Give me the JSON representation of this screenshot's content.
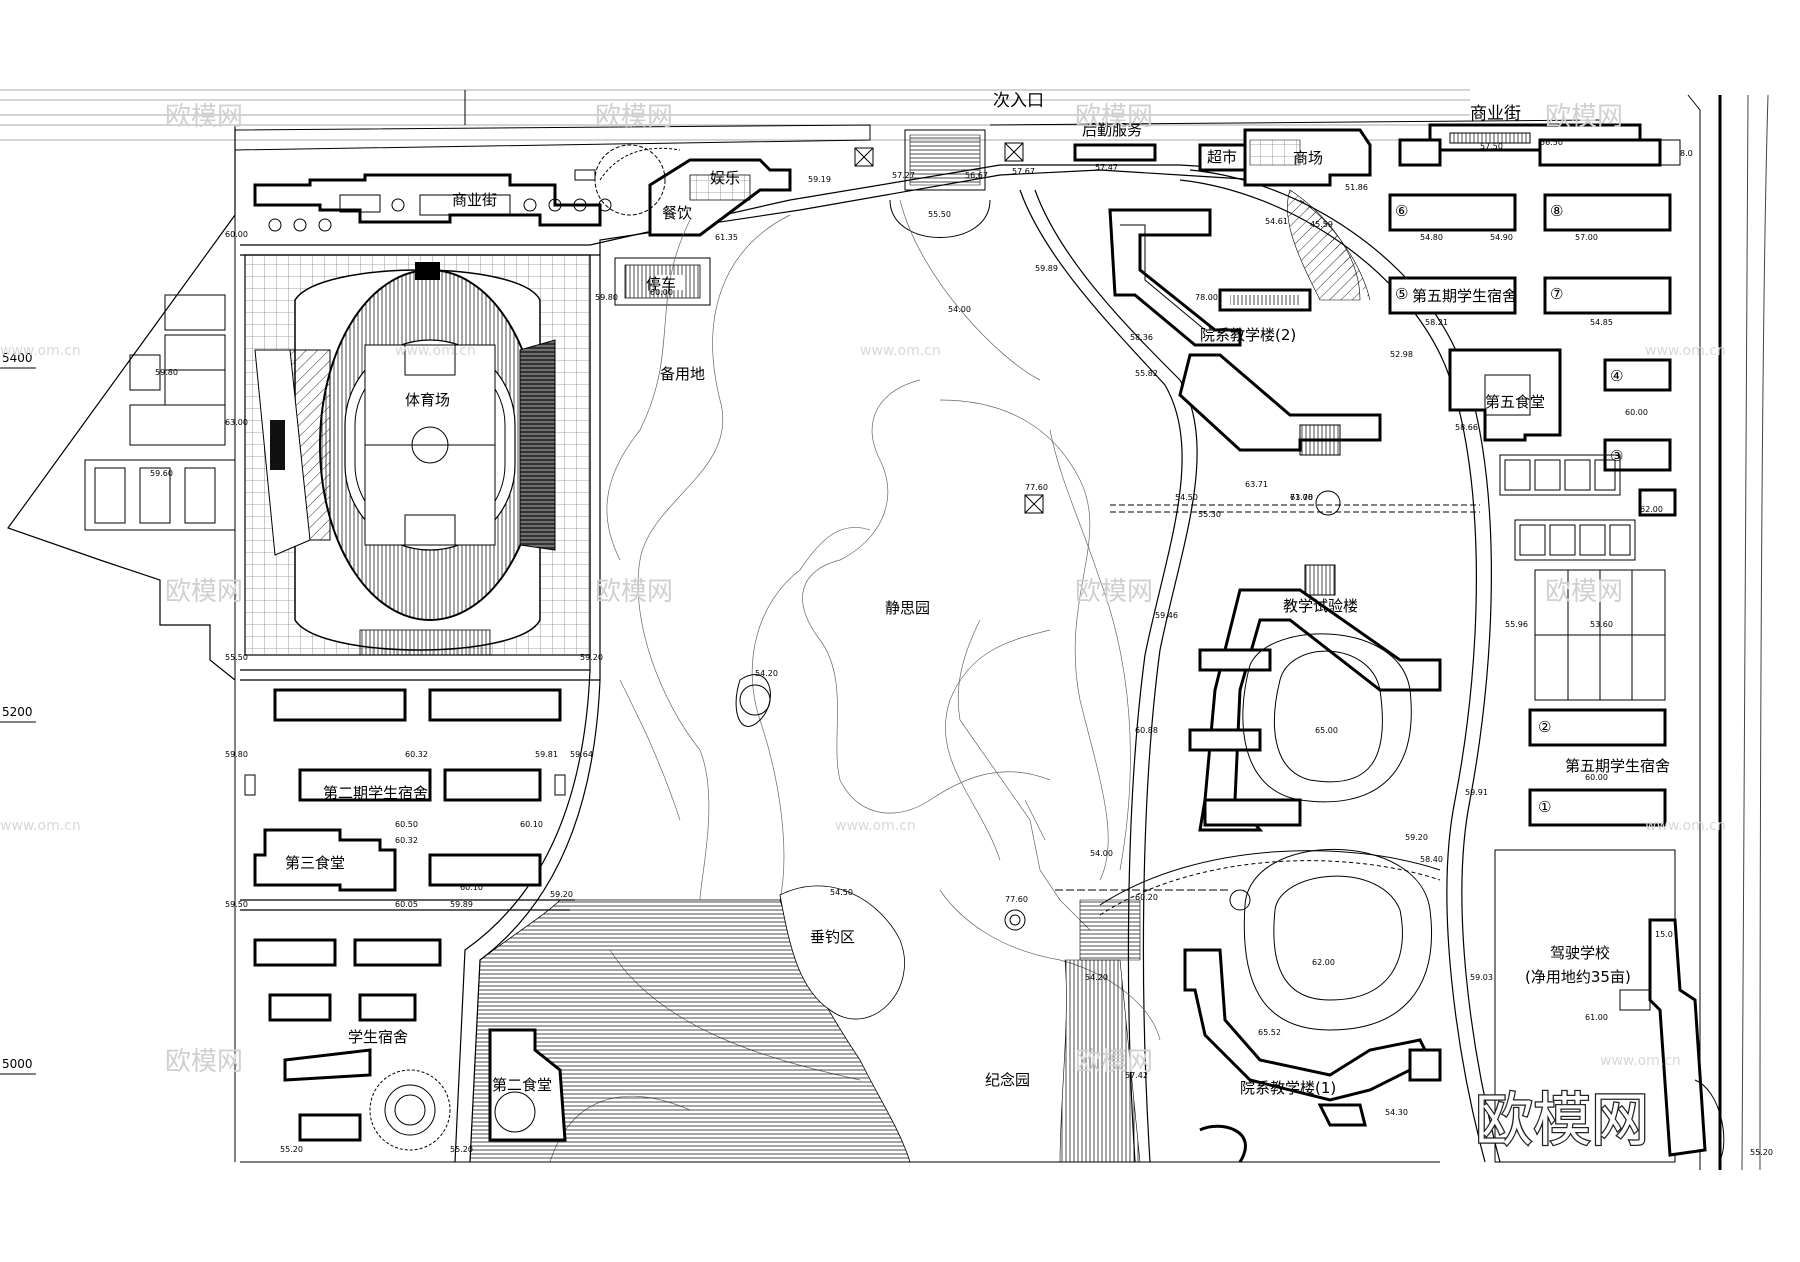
{
  "labels": {
    "secondary_entrance": "次入口",
    "logistics": "后勤服务",
    "commercial_street_top": "商业街",
    "entertainment": "娱乐",
    "dining": "餐饮",
    "commercial_street_left": "商业街",
    "supermarket": "超市",
    "mall": "商场",
    "parking": "停车",
    "stadium": "体育场",
    "reserve_land": "备用地",
    "dept_building_2": "院系教学楼(2)",
    "dorm_phase5_a": "第五期学生宿舍",
    "canteen_5": "第五食堂",
    "jingsi_garden": "静思园",
    "teaching_lab": "教学试验楼",
    "dorm_phase2": "第二期学生宿舍",
    "canteen_3": "第三食堂",
    "dorm_phase5_b": "第五期学生宿舍",
    "fishing_area": "垂钓区",
    "driving_school": "驾驶学校",
    "driving_school_area": "(净用地约35亩)",
    "student_dorm": "学生宿舍",
    "canteen_2": "第二食堂",
    "memorial_garden": "纪念园",
    "dept_building_1": "院系教学楼(1)"
  },
  "coords": [
    "5400",
    "5200",
    "5000"
  ],
  "watermark": {
    "text": "欧模网",
    "url": "www.om.cn",
    "logo": "欧模网"
  },
  "elevations": {
    "e1": "60.00",
    "e2": "59.80",
    "e3": "63.00",
    "e4": "59.60",
    "e5": "59.80",
    "e6": "55.50",
    "e7": "59.20",
    "e8": "59.80",
    "e9": "60.32",
    "e10": "59.81",
    "e11": "59.64",
    "e12": "60.50",
    "e13": "60.10",
    "e14": "60.32",
    "e15": "60.10",
    "e16": "59.50",
    "e17": "60.05",
    "e18": "59.89",
    "e19": "59.20",
    "e20": "55.20",
    "e21": "55.20",
    "e22": "59.19",
    "e23": "57.27",
    "e24": "56.67",
    "e25": "57.67",
    "e26": "57.47",
    "e27": "61.35",
    "e28": "55.50",
    "e29": "60.00",
    "e30": "54.00",
    "e31": "77.60",
    "e32": "54.20",
    "e33": "54.50",
    "e34": "77.60",
    "e35": "54.00",
    "e36": "54.20",
    "e37": "59.89",
    "e38": "58.36",
    "e39": "55.82",
    "e40": "54.50",
    "e41": "55.30",
    "e42": "59.46",
    "e43": "60.88",
    "e44": "60.20",
    "e45": "57.42",
    "e46": "61.78",
    "e47": "63.71",
    "e48": "65.00",
    "e49": "62.00",
    "e50": "65.52",
    "e51": "59.20",
    "e52": "58.40",
    "e53": "54.30",
    "e54": "54.61",
    "e55": "45.59",
    "e56": "78.00",
    "e57": "51.86",
    "e58": "57.50",
    "e59": "56.50",
    "e60": "8.0",
    "e61": "54.80",
    "e62": "54.90",
    "e63": "57.00",
    "e64": "58.21",
    "e65": "54.85",
    "e66": "52.98",
    "e67": "60.00",
    "e68": "58.66",
    "e69": "62.00",
    "e70": "55.96",
    "e71": "53.60",
    "e72": "60.00",
    "e73": "59.91",
    "e74": "59.03",
    "e75": "61.00",
    "e76": "55.20",
    "e77": "15.0",
    "e78": "73.00"
  },
  "dorm_numbers": [
    "⑥",
    "⑧",
    "⑤",
    "⑦",
    "④",
    "③",
    "②",
    "①"
  ]
}
